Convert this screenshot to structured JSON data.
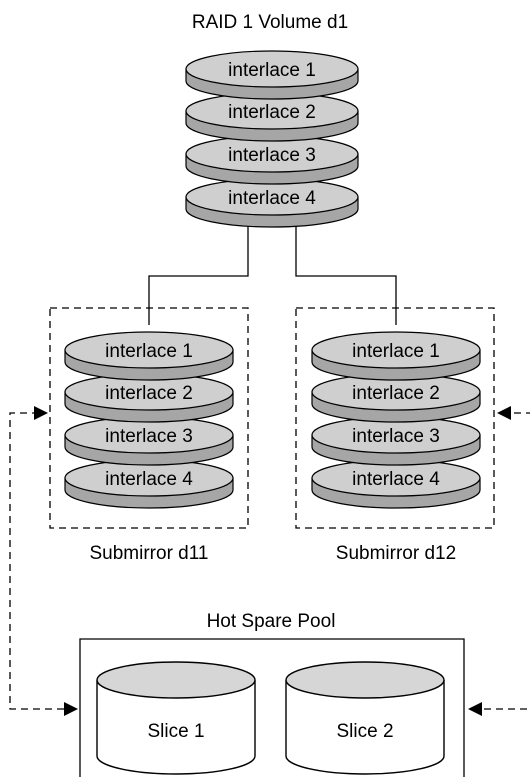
{
  "raid_volume": {
    "title": "RAID 1 Volume d1",
    "interlaces": [
      "interlace 1",
      "interlace 2",
      "interlace 3",
      "interlace 4"
    ]
  },
  "submirrors": [
    {
      "label": "Submirror d11",
      "interlaces": [
        "interlace 1",
        "interlace 2",
        "interlace 3",
        "interlace 4"
      ]
    },
    {
      "label": "Submirror d12",
      "interlaces": [
        "interlace 1",
        "interlace 2",
        "interlace 3",
        "interlace 4"
      ]
    }
  ],
  "hot_spare_pool": {
    "title": "Hot Spare Pool",
    "slices": [
      "Slice 1",
      "Slice 2"
    ]
  },
  "colors": {
    "disk_top": "#cfcfcf",
    "disk_side": "#a6a6a6",
    "cylinder_top": "#d6d6d6"
  }
}
